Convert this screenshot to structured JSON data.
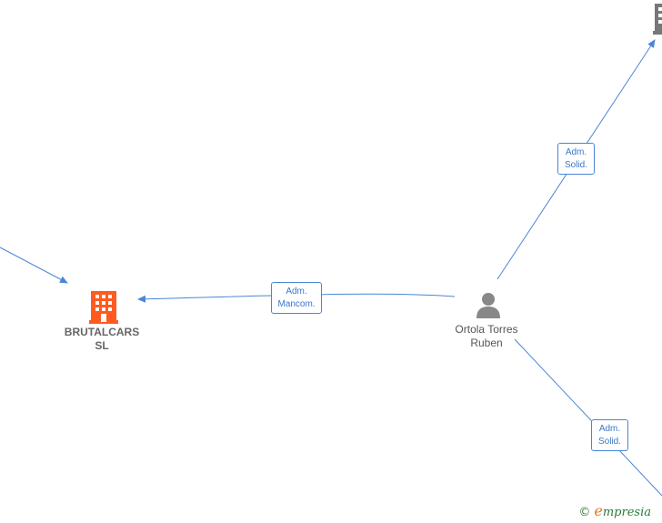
{
  "colors": {
    "edge": "#4a86d6",
    "company_highlight": "#ff5a1f",
    "company_default": "#777777",
    "person": "#888888"
  },
  "nodes": {
    "company_main": {
      "line1": "BRUTALCARS",
      "line2": "SL",
      "icon": "building-icon"
    },
    "person_main": {
      "line1": "Ortola Torres",
      "line2": "Ruben",
      "icon": "person-icon"
    }
  },
  "edges": {
    "to_company": {
      "line1": "Adm.",
      "line2": "Mancom."
    },
    "to_top_right": {
      "line1": "Adm.",
      "line2": "Solid."
    },
    "to_bottom_right": {
      "line1": "Adm.",
      "line2": "Solid."
    }
  },
  "watermark": {
    "symbol": "©",
    "initial": "e",
    "rest": "mpresia"
  }
}
